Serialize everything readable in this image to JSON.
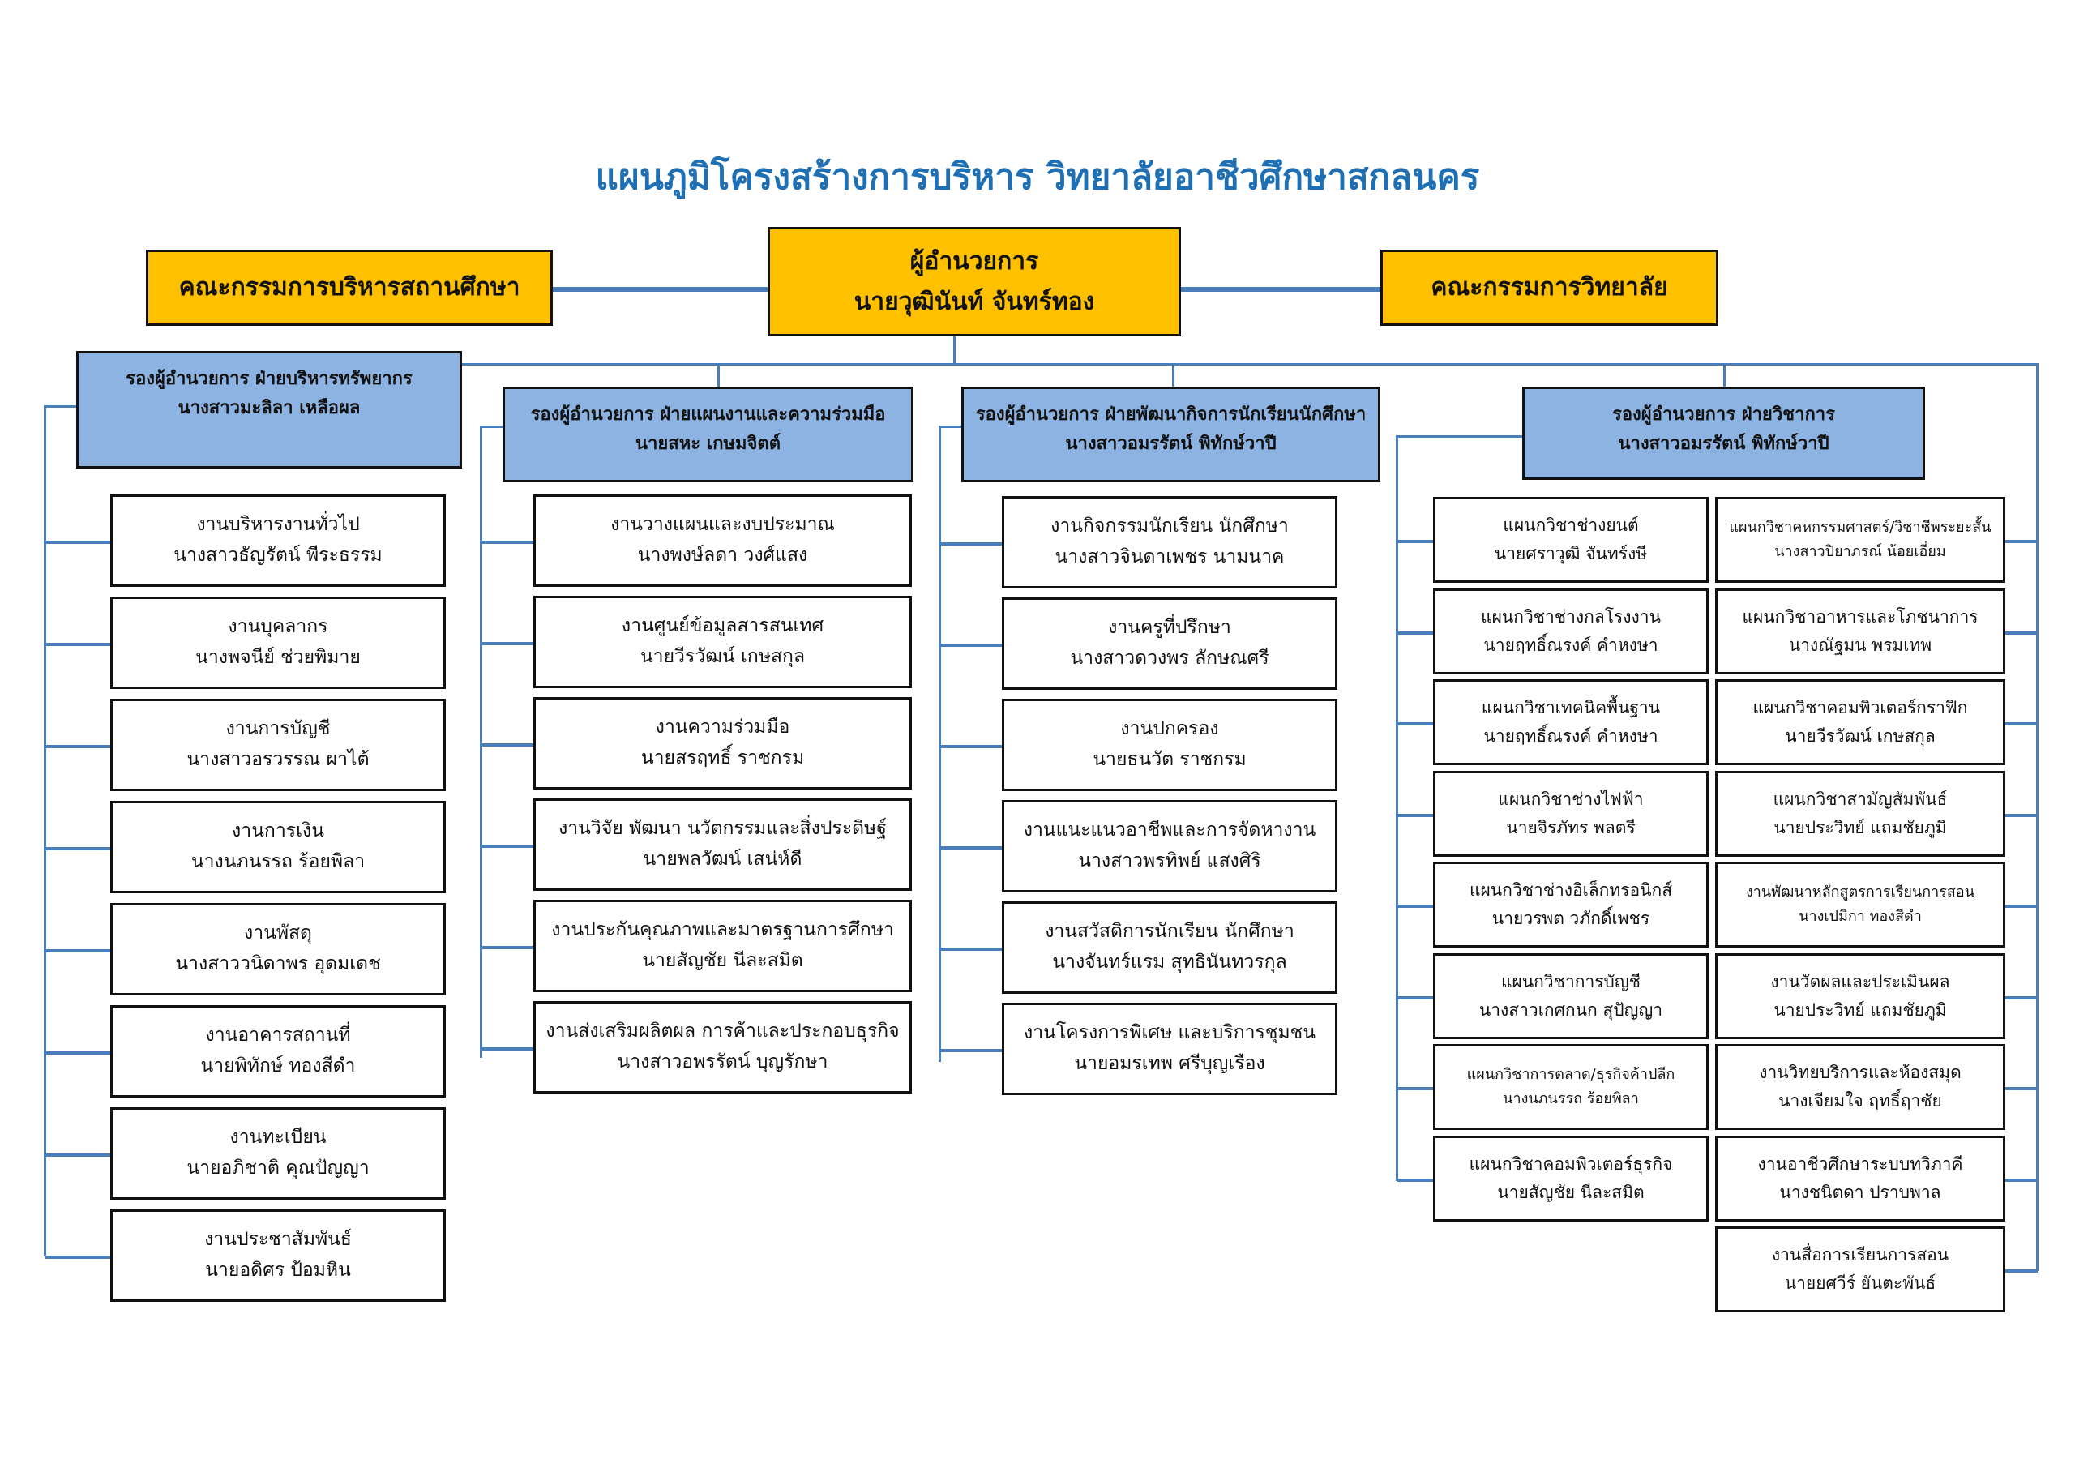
{
  "title": "แผนภูมิโครงสร้างการบริหาร วิทยาลัยอาชีวศึกษาสกลนคร",
  "director": {
    "role": "ผู้อำนวยการ",
    "name": "นายวุฒินันท์  จันทร์ทอง"
  },
  "boards": {
    "left": "คณะกรรมการบริหารสถานศึกษา",
    "right": "คณะกรรมการวิทยาลัย"
  },
  "colors": {
    "title": "#1f6fb5",
    "yellow": "#ffc000",
    "head": "#8db3e2",
    "line": "#4a7ebb"
  },
  "divisions": [
    {
      "head_role": "รองผู้อำนวยการ ฝ่ายบริหารทรัพยากร",
      "head_name": "นางสาวมะลิลา เหลือผล",
      "units": [
        {
          "name": "งานบริหารงานทั่วไป",
          "person": "นางสาวธัญรัตน์  พีระธรรม"
        },
        {
          "name": "งานบุคลากร",
          "person": "นางพจนีย์  ช่วยพิมาย"
        },
        {
          "name": "งานการบัญชี",
          "person": "นางสาวอรวรรณ ผาไต้"
        },
        {
          "name": "งานการเงิน",
          "person": "นางนภนรรถ  ร้อยพิลา"
        },
        {
          "name": "งานพัสดุ",
          "person": "นางสาววนิดาพร อุดมเดช"
        },
        {
          "name": "งานอาคารสถานที่",
          "person": "นายพิทักษ์  ทองสีดำ"
        },
        {
          "name": "งานทะเบียน",
          "person": "นายอภิชาติ  คุณปัญญา"
        },
        {
          "name": "งานประชาสัมพันธ์",
          "person": "นายอดิศร ป้อมหิน"
        }
      ]
    },
    {
      "head_role": "รองผู้อำนวยการ ฝ่ายแผนงานและความร่วมมือ",
      "head_name": "นายสหะ  เกษมจิตต์",
      "units": [
        {
          "name": "งานวางแผนและงบประมาณ",
          "person": "นางพงษ์ลดา  วงศ์แสง"
        },
        {
          "name": "งานศูนย์ข้อมูลสารสนเทศ",
          "person": "นายวีรวัฒน์ เกษสกุล"
        },
        {
          "name": "งานความร่วมมือ",
          "person": "นายสรฤทธิ์ ราชกรม"
        },
        {
          "name": "งานวิจัย พัฒนา นวัตกรรมและสิ่งประดิษฐ์",
          "person": "นายพลวัฒน์ เสน่ห์ดี"
        },
        {
          "name": "งานประกันคุณภาพและมาตรฐานการศึกษา",
          "person": "นายสัญชัย  นีละสมิต"
        },
        {
          "name": "งานส่งเสริมผลิตผล การค้าและประกอบธุรกิจ",
          "person": "นางสาวอพรรัตน์  บุญรักษา"
        }
      ]
    },
    {
      "head_role": "รองผู้อำนวยการ ฝ่ายพัฒนากิจการนักเรียนนักศึกษา",
      "head_name": "นางสาวอมรรัตน์  พิทักษ์วาปี",
      "units": [
        {
          "name": "งานกิจกรรมนักเรียน นักศึกษา",
          "person": "นางสาวจินดาเพชร นามนาค"
        },
        {
          "name": "งานครูที่ปรึกษา",
          "person": "นางสาวดวงพร ลักษณศรี"
        },
        {
          "name": "งานปกครอง",
          "person": "นายธนวัต ราชกรม"
        },
        {
          "name": "งานแนะแนวอาชีพและการจัดหางาน",
          "person": "นางสาวพรทิพย์  แสงศิริ"
        },
        {
          "name": "งานสวัสดิการนักเรียน นักศึกษา",
          "person": "นางจันทร์แรม  สุทธินันทวรกุล"
        },
        {
          "name": "งานโครงการพิเศษ และบริการชุมชน",
          "person": "นายอมรเทพ ศรีบุญเรือง"
        }
      ]
    },
    {
      "head_role": "รองผู้อำนวยการ ฝ่ายวิชาการ",
      "head_name": "นางสาวอมรรัตน์  พิทักษ์วาปี",
      "left_units": [
        {
          "name": "แผนกวิชาช่างยนต์",
          "person": "นายศราวุฒิ จันทร์งษี"
        },
        {
          "name": "แผนกวิชาช่างกลโรงงาน",
          "person": "นายฤทธิ์ณรงค์  คำหงษา"
        },
        {
          "name": "แผนกวิชาเทคนิคพื้นฐาน",
          "person": "นายฤทธิ์ณรงค์  คำหงษา"
        },
        {
          "name": "แผนกวิชาช่างไฟฟ้า",
          "person": "นายจิรภัทร พลตรี"
        },
        {
          "name": "แผนกวิชาช่างอิเล็กทรอนิกส์",
          "person": "นายวรพต  วภักดิ์เพชร"
        },
        {
          "name": "แผนกวิชาการบัญชี",
          "person": "นางสาวเกศกนก สุปัญญา"
        },
        {
          "name": "แผนกวิชาการตลาด/ธุรกิจค้าปลีก",
          "person": "นางนภนรรถ  ร้อยพิลา"
        },
        {
          "name": "แผนกวิชาคอมพิวเตอร์ธุรกิจ",
          "person": "นายสัญชัย  นีละสมิต"
        }
      ],
      "right_units": [
        {
          "name": "แผนกวิชาคหกรรมศาสตร์/วิชาชีพระยะสั้น",
          "person": "นางสาวปิยาภรณ์  น้อยเอี่ยม"
        },
        {
          "name": "แผนกวิชาอาหารและโภชนาการ",
          "person": "นางณัฐมน  พรมเทพ"
        },
        {
          "name": "แผนกวิชาคอมพิวเตอร์กราฟิก",
          "person": "นายวีรวัฒน์  เกษสกุล"
        },
        {
          "name": "แผนกวิชาสามัญสัมพันธ์",
          "person": "นายประวิทย์  แถมชัยภูมิ"
        },
        {
          "name": "งานพัฒนาหลักสูตรการเรียนการสอน",
          "person": "นางเปมิกา  ทองสีดำ"
        },
        {
          "name": "งานวัดผลและประเมินผล",
          "person": "นายประวิทย์  แถมชัยภูมิ"
        },
        {
          "name": "งานวิทยบริการและห้องสมุด",
          "person": "นางเจียมใจ  ฤทธิ์ฤาชัย"
        },
        {
          "name": "งานอาชีวศึกษาระบบทวิภาคี",
          "person": "นางชนิตดา  ปราบพาล"
        },
        {
          "name": "งานสื่อการเรียนการสอน",
          "person": "นายยศวีร์  ยันตะพันธ์"
        }
      ]
    }
  ]
}
